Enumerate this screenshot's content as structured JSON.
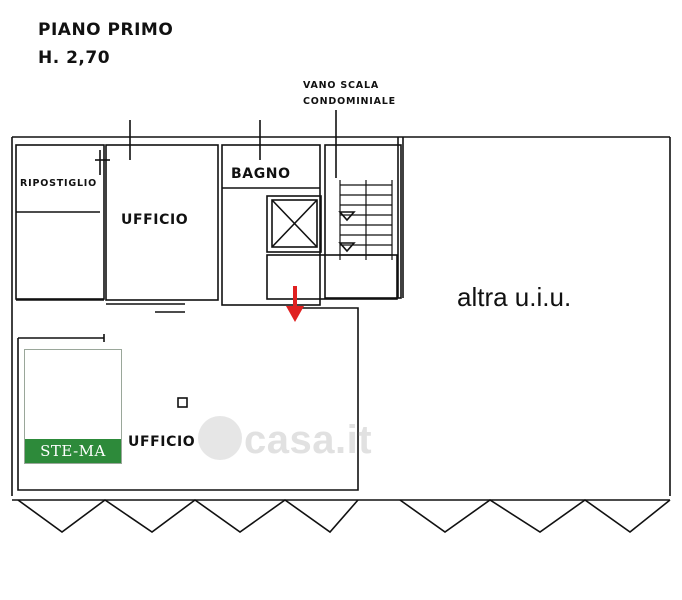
{
  "header": {
    "floor_label": "PIANO PRIMO",
    "height_label": "H. 2,70"
  },
  "rooms": {
    "stair": "VANO SCALA",
    "stair_sub": "CONDOMINIALE",
    "storage": "RIPOSTIGLIO",
    "office_top": "UFFICIO",
    "bathroom": "BAGNO",
    "office_bottom": "UFFICIO",
    "other_unit": "altra u.i.u."
  },
  "logo": {
    "text": "STE-MA",
    "band_color": "#2d8a3a"
  },
  "watermark": {
    "text": "casa.it"
  },
  "colors": {
    "wall": "#111111",
    "entrance_arrow": "#e02020"
  }
}
